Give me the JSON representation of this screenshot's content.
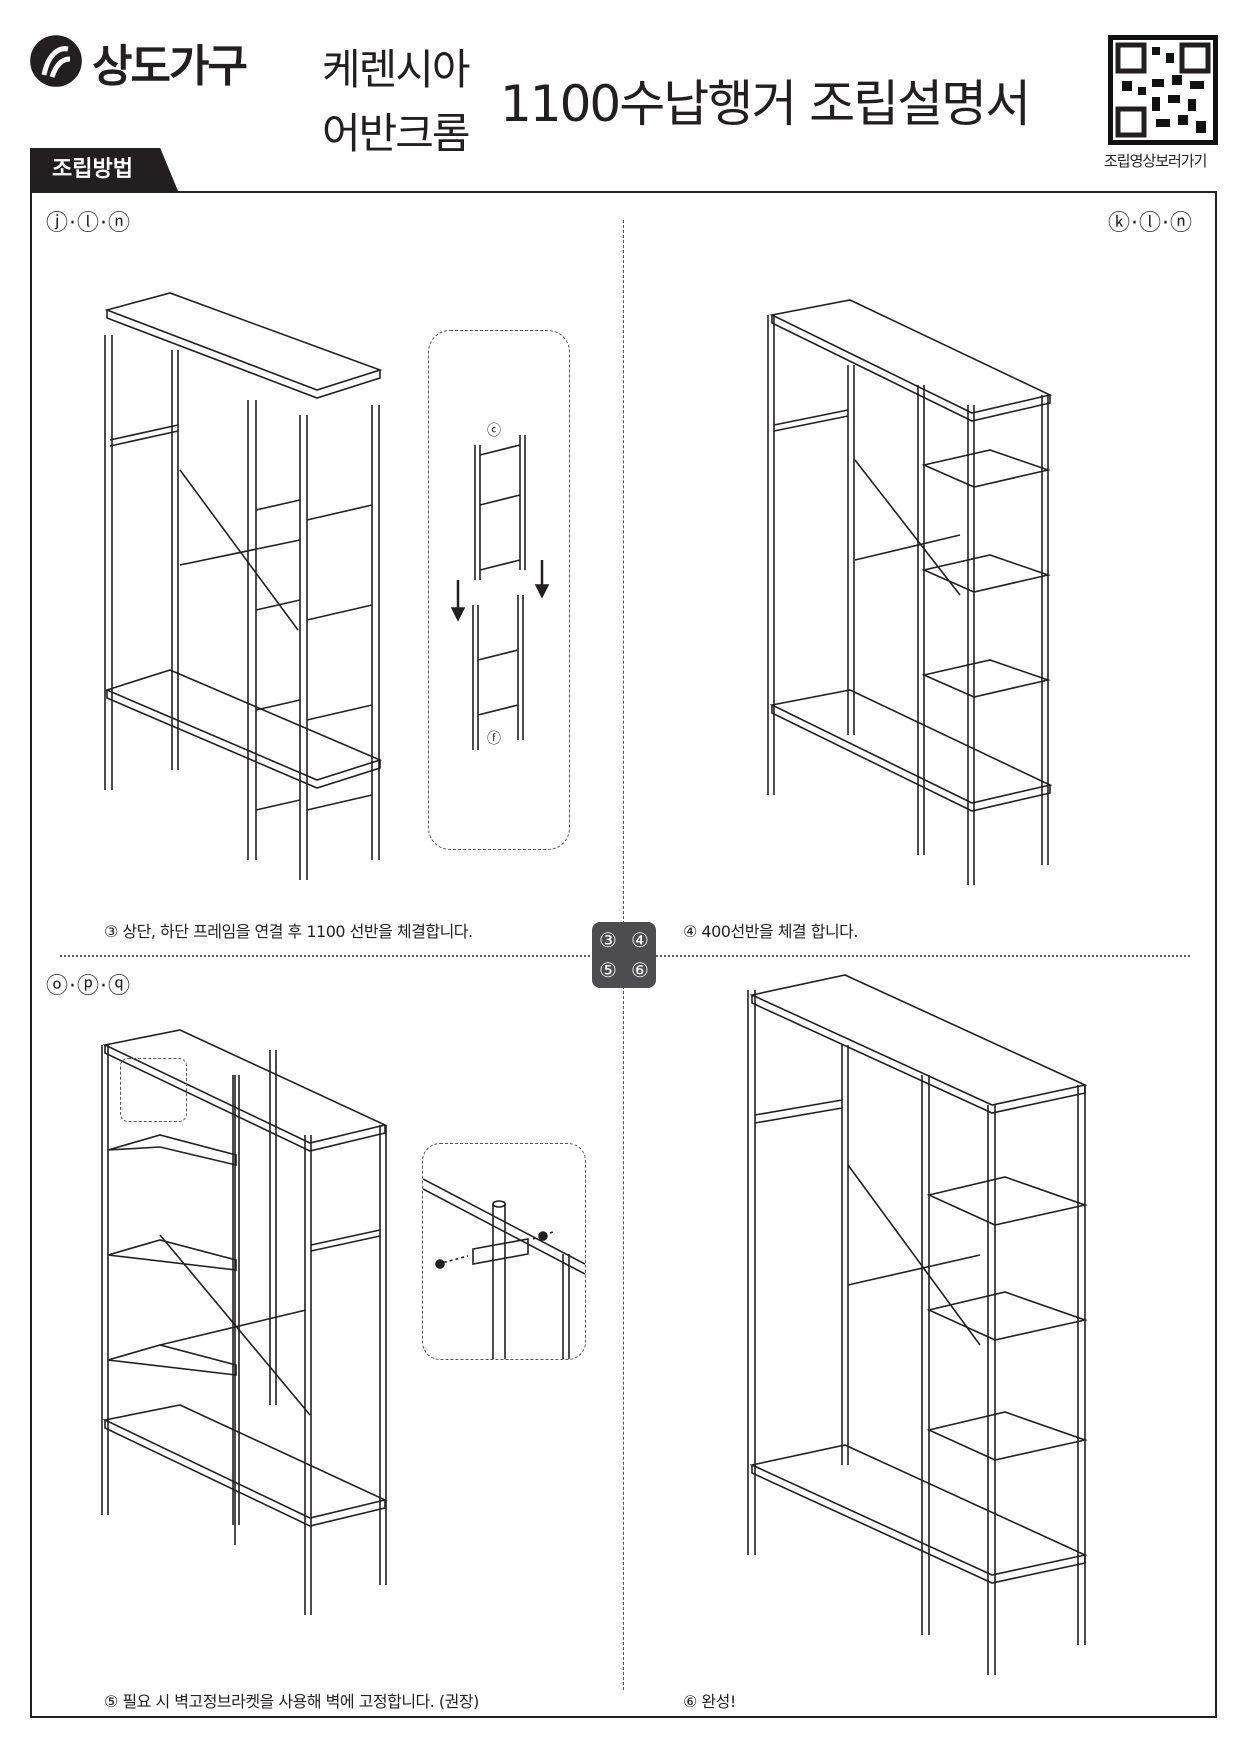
{
  "header": {
    "brand": "상도가구",
    "product_line1": "케렌시아",
    "product_line2": "어반크롬",
    "title": "1100수납행거 조립설명서",
    "qr_caption": "조립영상보러가기"
  },
  "section_tab": "조립방법",
  "steps": [
    {
      "parts": "ⓙ·ⓛ·ⓝ",
      "caption": "③ 상단, 하단 프레임을 연결 후 1100 선반을 체결합니다.",
      "detail_labels": [
        "ⓒ",
        "ⓕ"
      ]
    },
    {
      "parts": "ⓚ·ⓛ·ⓝ",
      "caption": "④ 400선반을 체결 합니다."
    },
    {
      "parts": "ⓞ·ⓟ·ⓠ",
      "caption": "⑤ 필요 시 벽고정브라켓을 사용해 벽에 고정합니다. (권장)"
    },
    {
      "parts": "",
      "caption": "⑥ 완성!"
    }
  ],
  "step_nav": [
    "③",
    "④",
    "⑤",
    "⑥"
  ]
}
